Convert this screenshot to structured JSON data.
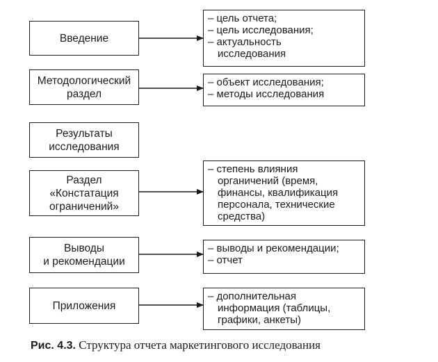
{
  "rows": [
    {
      "id": "intro",
      "left": [
        "Введение"
      ],
      "right": [
        {
          "lines": [
            "– цель отчета;"
          ]
        },
        {
          "lines": [
            "– цель исследования;"
          ]
        },
        {
          "lines": [
            "– актуальность",
            "исследования"
          ]
        }
      ]
    },
    {
      "id": "method",
      "left": [
        "Методологический",
        "раздел"
      ],
      "right": [
        {
          "lines": [
            "– объект исследования;"
          ]
        },
        {
          "lines": [
            "– методы исследования"
          ]
        }
      ]
    },
    {
      "id": "results",
      "left": [
        "Результаты",
        "исследования"
      ],
      "right": []
    },
    {
      "id": "limits",
      "left": [
        "Раздел",
        "«Констатация",
        "ограничений»"
      ],
      "right": [
        {
          "lines": [
            "– степень влияния",
            "органичений (время,",
            "финансы, квалификация",
            "персонала, технические",
            "средства)"
          ]
        }
      ]
    },
    {
      "id": "conclusions",
      "left": [
        "Выводы",
        "и рекомендации"
      ],
      "right": [
        {
          "lines": [
            "– выводы и рекомендации;"
          ]
        },
        {
          "lines": [
            "– отчет"
          ]
        }
      ]
    },
    {
      "id": "appendix",
      "left": [
        "Приложения"
      ],
      "right": [
        {
          "lines": [
            "– дополнительная",
            "информация (таблицы,",
            "графики, анкеты)"
          ]
        }
      ]
    }
  ],
  "caption": {
    "label": "Рис. 4.3.",
    "text": " Структура отчета маркетингового исследования"
  }
}
